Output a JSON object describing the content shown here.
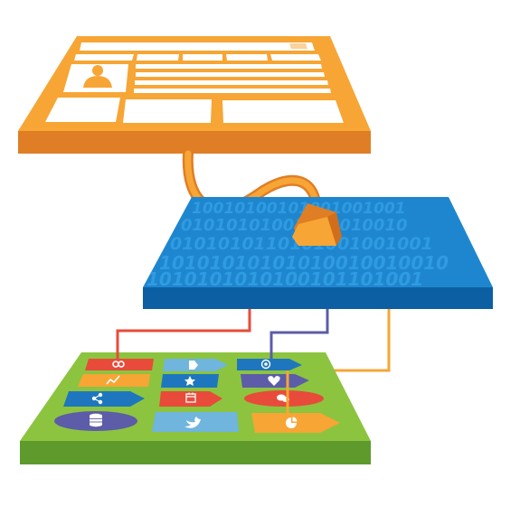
{
  "colors": {
    "orange_top": "#F7A535",
    "orange_side": "#E07E25",
    "blue_top": "#1E86CF",
    "blue_side": "#0D5FA3",
    "blue_text": "#2F9BE0",
    "green_top": "#8CC43F",
    "green_side": "#5E9A2C",
    "connector_red": "#E84B3A",
    "connector_purple": "#5C5CA8",
    "connector_orange": "#F7A535",
    "tile_red": "#E84B3A",
    "tile_blue": "#1E77BE",
    "tile_lightblue": "#6FB5DD",
    "tile_orange": "#F7A535",
    "tile_purple": "#5C5CA8",
    "tile_white": "#FFFFFF"
  },
  "binary_layer": {
    "rows": [
      "10010100101001001001",
      "01010101001010010010",
      "0101010110101001001001",
      "10101010101010010010010",
      "1010101010100101101001"
    ]
  },
  "app_tiles": [
    {
      "icon": "link-icon",
      "color": "tile_red"
    },
    {
      "icon": "tag-icon",
      "color": "tile_lightblue"
    },
    {
      "icon": "target-icon",
      "color": "tile_blue"
    },
    {
      "icon": "trend-chart-icon",
      "color": "tile_orange"
    },
    {
      "icon": "star-icon",
      "color": "tile_blue"
    },
    {
      "icon": "heart-icon",
      "color": "tile_purple"
    },
    {
      "icon": "share-icon",
      "color": "tile_blue"
    },
    {
      "icon": "calendar-icon",
      "color": "tile_red"
    },
    {
      "icon": "chat-icon",
      "color": "tile_red"
    },
    {
      "icon": "database-icon",
      "color": "tile_purple"
    },
    {
      "icon": "twitter-bird-icon",
      "color": "tile_lightblue"
    },
    {
      "icon": "pie-chart-icon",
      "color": "tile_orange"
    }
  ]
}
